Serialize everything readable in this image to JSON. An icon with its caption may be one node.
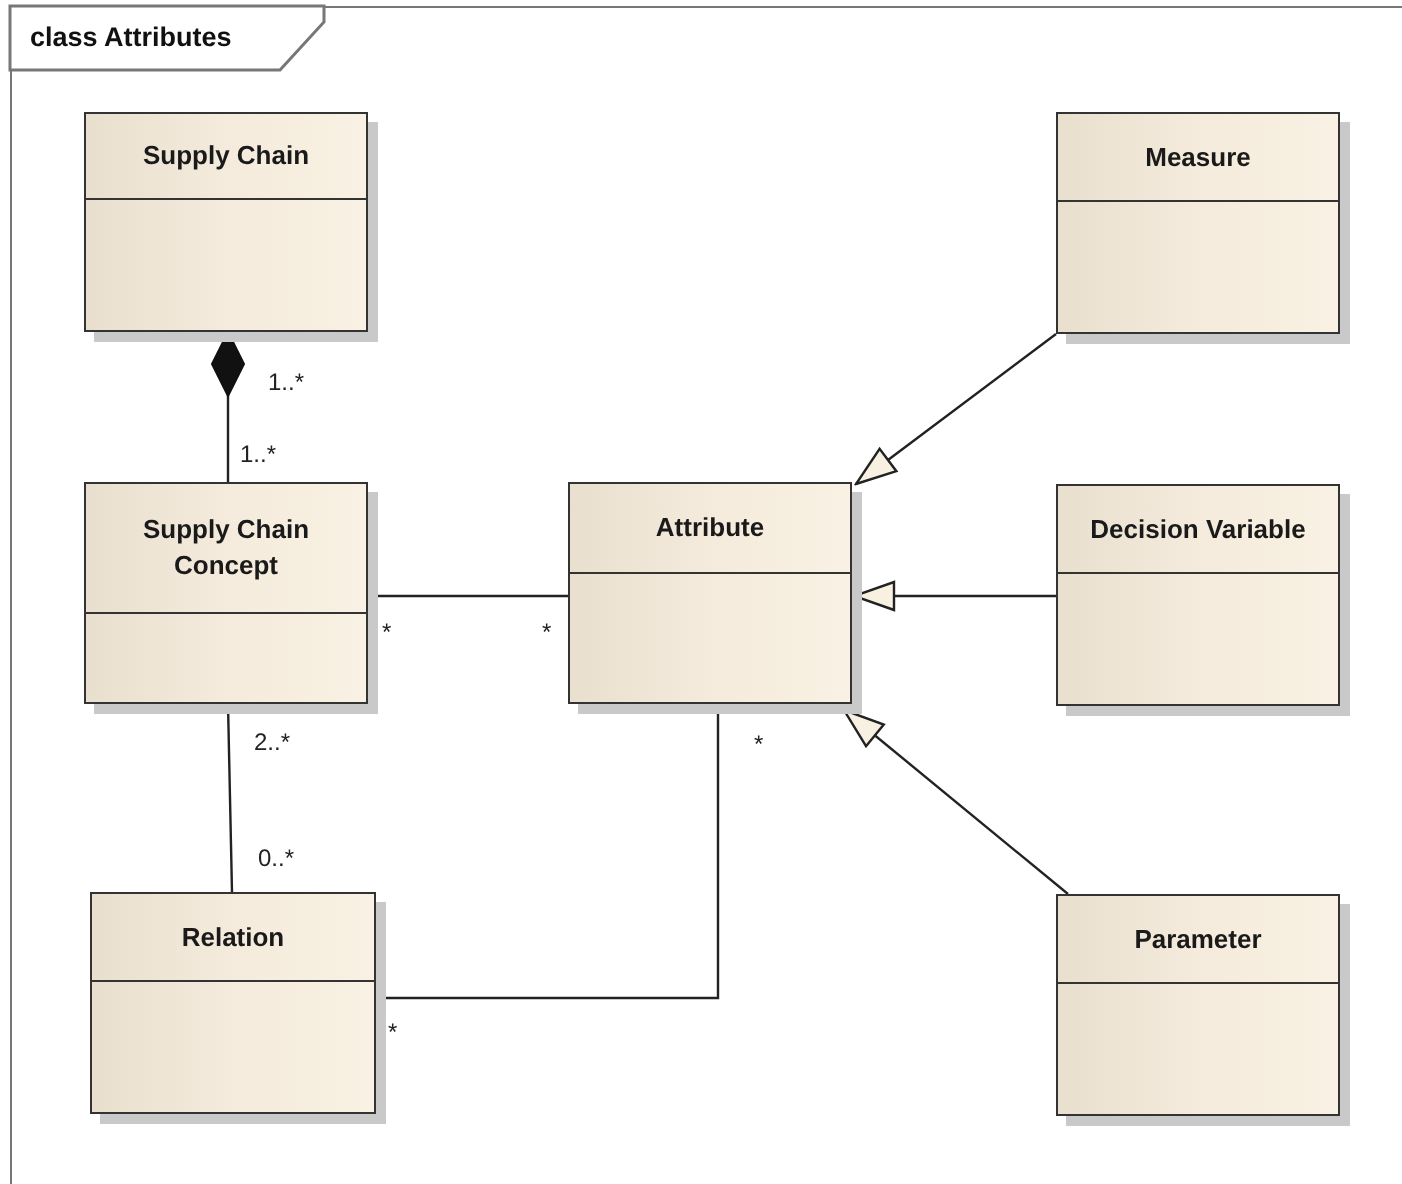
{
  "diagram": {
    "nodes": [
      {
        "text": [
          "class Attributes"
        ]
      },
      {
        "text": [
          "Supply Chain"
        ],
        "in": 0
      },
      {
        "text": [
          "Measure"
        ],
        "in": 0
      },
      {
        "text": [
          "Supply Chain Concept"
        ],
        "in": 0
      },
      {
        "text": [
          "Attribute"
        ],
        "in": 0
      },
      {
        "text": [
          "Decision Variable"
        ],
        "in": 0
      },
      {
        "text": [
          "Relation"
        ],
        "in": 0
      },
      {
        "text": [
          "Parameter"
        ],
        "in": 0
      }
    ],
    "edges": [
      {
        "from": 1,
        "to": 3,
        "arrow": "other"
      },
      {
        "from": 3,
        "to": 4,
        "arrow": "none"
      },
      {
        "from": 3,
        "to": 6,
        "arrow": "none"
      },
      {
        "from": 6,
        "to": 4,
        "arrow": "none"
      },
      {
        "from": 2,
        "to": 4,
        "arrow": "to"
      },
      {
        "from": 5,
        "to": 4,
        "arrow": "to"
      },
      {
        "from": 7,
        "to": 4,
        "arrow": "to"
      }
    ],
    "labels": [
      "1..*",
      "1..*",
      "*",
      "*",
      "2..*",
      "*",
      "0..*",
      "*"
    ]
  }
}
